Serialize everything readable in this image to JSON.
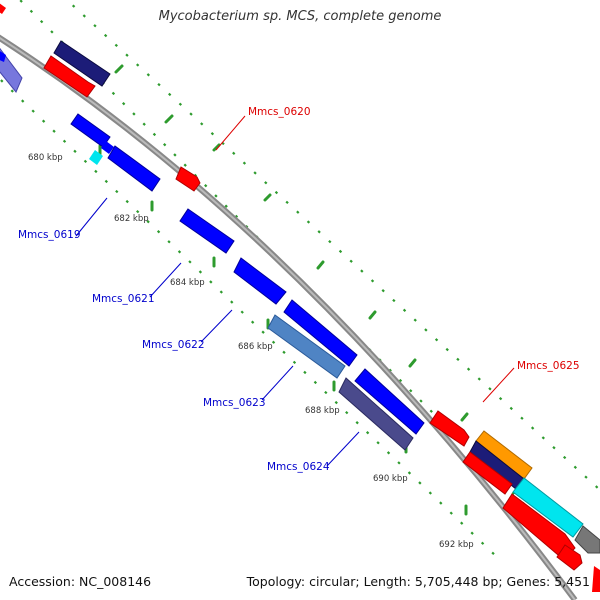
{
  "title": "Mycobacterium sp. MCS, complete genome",
  "footer": {
    "accession": "Accession: NC_008146",
    "summary": "Topology: circular; Length: 5,705,448 bp; Genes: 5,451"
  },
  "ticks": [
    "680 kbp",
    "682 kbp",
    "684 kbp",
    "686 kbp",
    "688 kbp",
    "690 kbp",
    "692 kbp"
  ],
  "gene_labels": [
    "Mmcs_0619",
    "Mmcs_0620",
    "Mmcs_0621",
    "Mmcs_0622",
    "Mmcs_0623",
    "Mmcs_0624",
    "Mmcs_0625"
  ],
  "colors": {
    "forward_strand": "#ff0000",
    "reverse_strand": "#0000ff",
    "navy": "#1c1c78",
    "steel_blue": "#4f84c4",
    "slate": "#4a4a8c",
    "light_blue": "#7777dd",
    "cyan": "#00e5ee",
    "orange": "#ff9900",
    "gray": "#777777",
    "dotted_track": "#2e9b2e",
    "backbone": "#888888",
    "label_red": "#dd0000",
    "label_blue": "#0000cc"
  }
}
